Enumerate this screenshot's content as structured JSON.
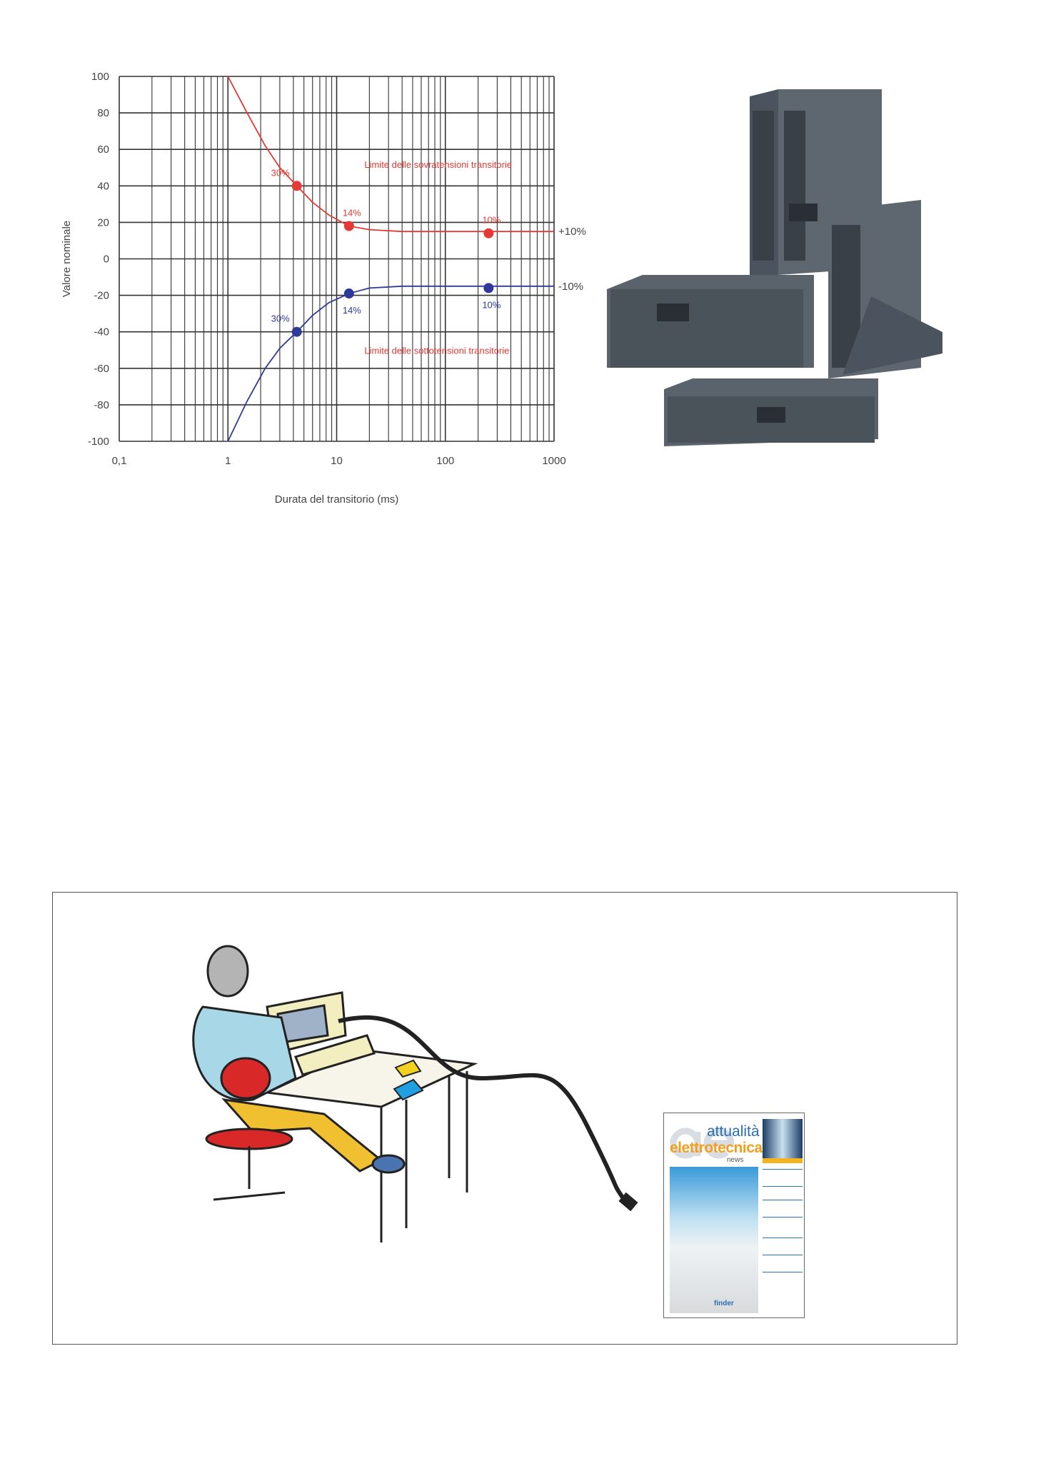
{
  "chart_data": {
    "type": "line",
    "title": "",
    "xlabel": "Durata del transitorio (ms)",
    "ylabel": "Valore nominale",
    "xscale": "log",
    "xlim": [
      0.1,
      1000
    ],
    "ylim": [
      -100,
      100
    ],
    "x_ticks": [
      "0,1",
      "1",
      "10",
      "100",
      "1000"
    ],
    "y_ticks": [
      "100",
      "80",
      "60",
      "40",
      "20",
      "0",
      "-20",
      "-40",
      "-60",
      "-80",
      "-100"
    ],
    "grid": true,
    "series": [
      {
        "name": "Limite delle sovratensioni transitorie",
        "color": "#e53935",
        "curve": [
          [
            1,
            100
          ],
          [
            1.5,
            80
          ],
          [
            2.2,
            62
          ],
          [
            3,
            50
          ],
          [
            4.3,
            40
          ],
          [
            6,
            31
          ],
          [
            8.5,
            24
          ],
          [
            13,
            18
          ],
          [
            20,
            16
          ],
          [
            40,
            15
          ],
          [
            100,
            15
          ],
          [
            250,
            15
          ],
          [
            1000,
            15
          ]
        ],
        "points": [
          {
            "x": 4.3,
            "y": 40,
            "label": "30%"
          },
          {
            "x": 13,
            "y": 18,
            "label": "14%"
          },
          {
            "x": 250,
            "y": 14,
            "label": "10%"
          }
        ],
        "end_label": "+10%"
      },
      {
        "name": "Limite delle sottotensioni transitorie",
        "color": "#2e3a9a",
        "curve": [
          [
            1,
            -100
          ],
          [
            1.5,
            -78
          ],
          [
            2.2,
            -60
          ],
          [
            3,
            -49
          ],
          [
            4.3,
            -40
          ],
          [
            6,
            -31
          ],
          [
            8.5,
            -24
          ],
          [
            13,
            -19
          ],
          [
            20,
            -16
          ],
          [
            40,
            -15
          ],
          [
            100,
            -15
          ],
          [
            250,
            -15
          ],
          [
            1000,
            -15
          ]
        ],
        "points": [
          {
            "x": 4.3,
            "y": -40,
            "label": "30%"
          },
          {
            "x": 13,
            "y": -19,
            "label": "14%"
          },
          {
            "x": 250,
            "y": -16,
            "label": "10%"
          }
        ],
        "end_label": "-10%"
      }
    ],
    "annotations": [
      {
        "text": "Limite delle sovratensioni transitorie",
        "color": "#e53935"
      },
      {
        "text": "Limite delle sottotensioni transitorie",
        "color": "#e53935"
      }
    ]
  },
  "cover": {
    "logo_mark": "ae",
    "logo_line1": "attualità",
    "logo_line2": "elettrotecnica",
    "logo_line3": "news",
    "brand": "finder"
  },
  "colors": {
    "grid": "#333333",
    "red": "#e53935",
    "blue": "#2e3a9a"
  }
}
